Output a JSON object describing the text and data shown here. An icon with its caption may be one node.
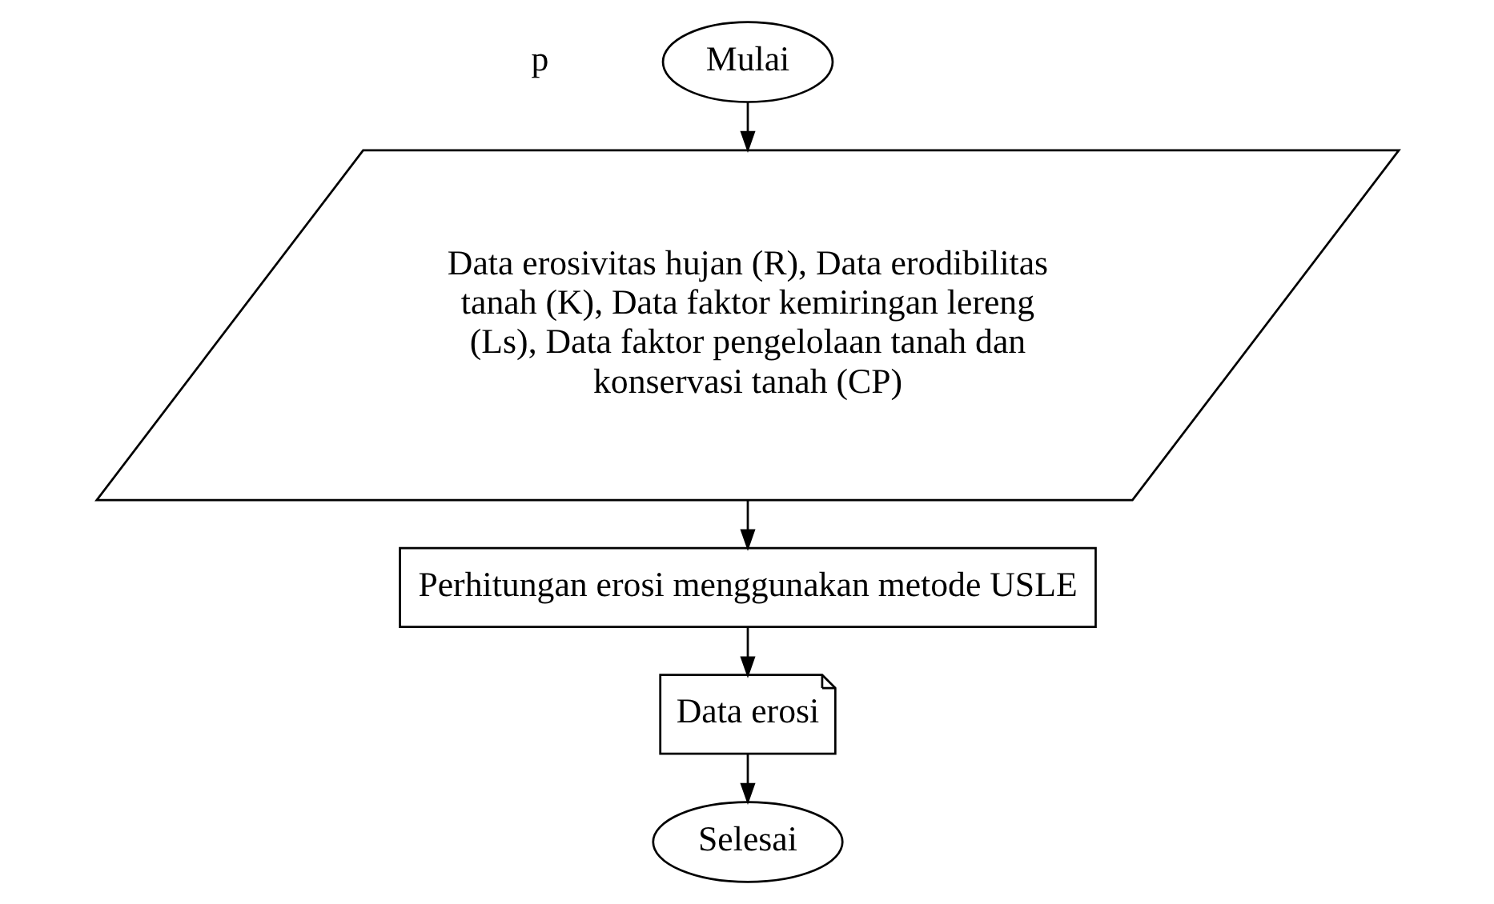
{
  "diagram": {
    "nodes": [
      {
        "text": [
          "Mulai"
        ]
      },
      {
        "text": [
          "Data erosivitas hujan (R), Data erodibilitas tanah (K), Data faktor kemiringan lereng (Ls), Data faktor pengelolaan tanah dan konservasi tanah (CP)"
        ]
      },
      {
        "text": [
          "Perhitungan erosi menggunakan metode USLE"
        ]
      },
      {
        "text": [
          "Data erosi"
        ]
      },
      {
        "text": [
          "Selesai"
        ]
      }
    ],
    "edges": [
      {
        "from": 0,
        "to": 1,
        "arrow": "to"
      },
      {
        "from": 1,
        "to": 2,
        "arrow": "to"
      },
      {
        "from": 2,
        "to": 3,
        "arrow": "to"
      },
      {
        "from": 3,
        "to": 4,
        "arrow": "to"
      }
    ],
    "labels": [
      "p"
    ]
  }
}
